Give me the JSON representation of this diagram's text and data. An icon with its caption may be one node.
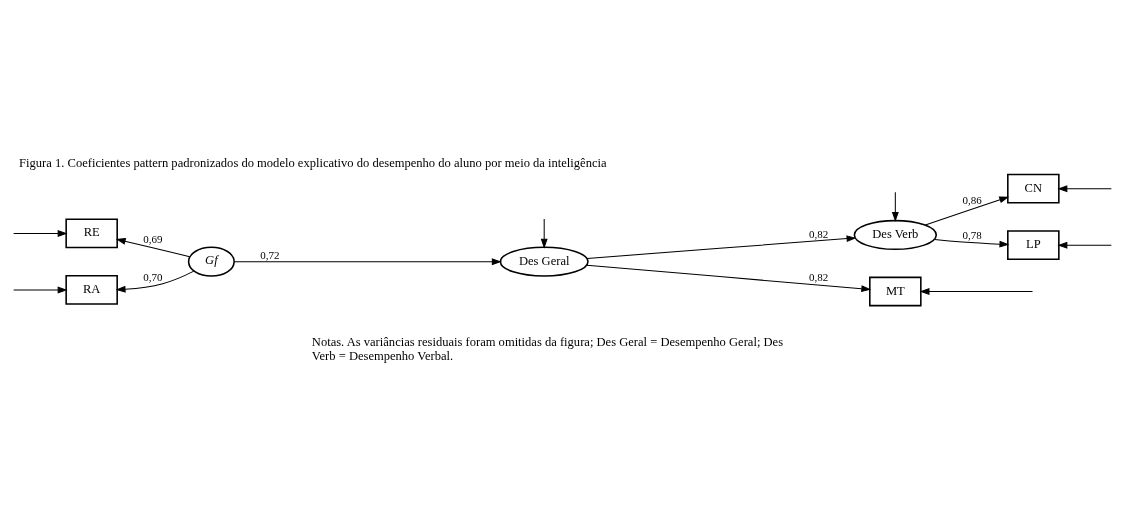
{
  "diagram": {
    "title": "Figura 1. Coeficientes pattern padronizados do modelo explicativo do desempenho do aluno por meio da inteligência",
    "caption": "Notas. As variâncias residuais foram omitidas da figura; Des Geral = Desempenho Geral; Des Verb = Desempenho Verbal.",
    "nodes": [
      {
        "text": [
          "RA"
        ]
      },
      {
        "text": [
          "RE"
        ]
      },
      {
        "text": [
          "Gf"
        ]
      },
      {
        "text": [
          "Des Geral"
        ]
      },
      {
        "text": [
          "Des Verb"
        ]
      },
      {
        "text": [
          "MT"
        ]
      },
      {
        "text": [
          "CN"
        ]
      },
      {
        "text": [
          "LP"
        ]
      }
    ],
    "edges": [
      {
        "from": 2,
        "to": 0,
        "arrow": "to",
        "label": "0,70"
      },
      {
        "from": 2,
        "to": 1,
        "arrow": "to",
        "label": "0,69"
      },
      {
        "from": 2,
        "to": 3,
        "arrow": "to",
        "label": "0,72"
      },
      {
        "from": 3,
        "to": 5,
        "arrow": "to",
        "label": "0,82"
      },
      {
        "from": 3,
        "to": 4,
        "arrow": "to",
        "label": "0,82"
      },
      {
        "from": 4,
        "to": 6,
        "arrow": "to",
        "label": "0,86"
      },
      {
        "from": 4,
        "to": 7,
        "arrow": "to",
        "label": "0,78"
      },
      {
        "from": null,
        "to": 0,
        "arrow": "to"
      },
      {
        "from": null,
        "to": 1,
        "arrow": "to"
      },
      {
        "from": null,
        "to": 5,
        "arrow": "to"
      },
      {
        "from": null,
        "to": 6,
        "arrow": "to"
      },
      {
        "from": null,
        "to": 7,
        "arrow": "to"
      },
      {
        "from": null,
        "to": 3,
        "arrow": "to"
      },
      {
        "from": null,
        "to": 4,
        "arrow": "to"
      }
    ]
  }
}
